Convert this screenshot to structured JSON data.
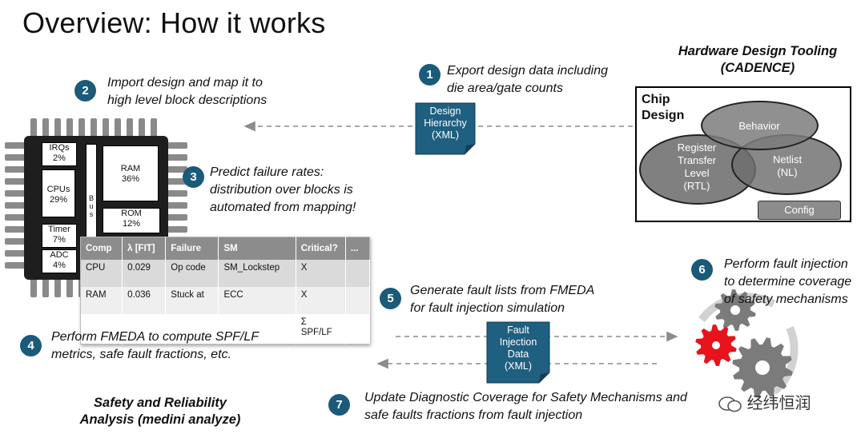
{
  "title": "Overview: How it works",
  "steps": {
    "s1": {
      "num": "1",
      "text": "Export design data including\ndie area/gate counts"
    },
    "s2": {
      "num": "2",
      "text": "Import design and map it to\nhigh level block descriptions"
    },
    "s3": {
      "num": "3",
      "text": "Predict failure rates:\ndistribution over blocks is\nautomated from mapping!"
    },
    "s4": {
      "num": "4",
      "text": "Perform FMEDA to compute SPF/LF\nmetrics, safe fault fractions, etc."
    },
    "s5": {
      "num": "5",
      "text": "Generate fault lists from FMEDA\nfor fault injection simulation"
    },
    "s6": {
      "num": "6",
      "text": "Perform fault injection\nto determine coverage\nof safety mechanisms"
    },
    "s7": {
      "num": "7",
      "text": "Update Diagnostic Coverage for Safety Mechanisms and\nsafe faults fractions from fault injection"
    }
  },
  "headings": {
    "hw": "Hardware Design Tooling\n(CADENCE)",
    "safety": "Safety and Reliability\nAnalysis (medini analyze)"
  },
  "docs": {
    "hierarchy": "Design\nHierarchy\n(XML)",
    "fault": "Fault\nInjection\nData\n(XML)"
  },
  "chip": {
    "irqs": "IRQs\n2%",
    "cpus": "CPUs\n29%",
    "timer": "Timer\n7%",
    "adc": "ADC\n4%",
    "bus": "B\nu\ns",
    "ram": "RAM\n36%",
    "rom": "ROM\n12%"
  },
  "table": {
    "headers": [
      "Comp",
      "λ [FIT]",
      "Failure",
      "SM",
      "Critical?",
      "..."
    ],
    "rows": [
      [
        "CPU",
        "0.029",
        "Op code",
        "SM_Lockstep",
        "X",
        ""
      ],
      [
        "RAM",
        "0.036",
        "Stuck at",
        "ECC",
        "X",
        ""
      ],
      [
        "",
        "",
        "",
        "",
        "Σ\nSPF/LF",
        ""
      ]
    ]
  },
  "cadence": {
    "chip_design": "Chip\nDesign",
    "behavior": "Behavior",
    "rtl": "Register\nTransfer\nLevel\n(RTL)",
    "netlist": "Netlist\n(NL)",
    "config": "Config"
  },
  "watermark": "经纬恒润",
  "colors": {
    "badge": "#1b5a79",
    "doc": "#1f5f80",
    "gear_red": "#e8131b",
    "gear_gray": "#7b7b7b"
  }
}
